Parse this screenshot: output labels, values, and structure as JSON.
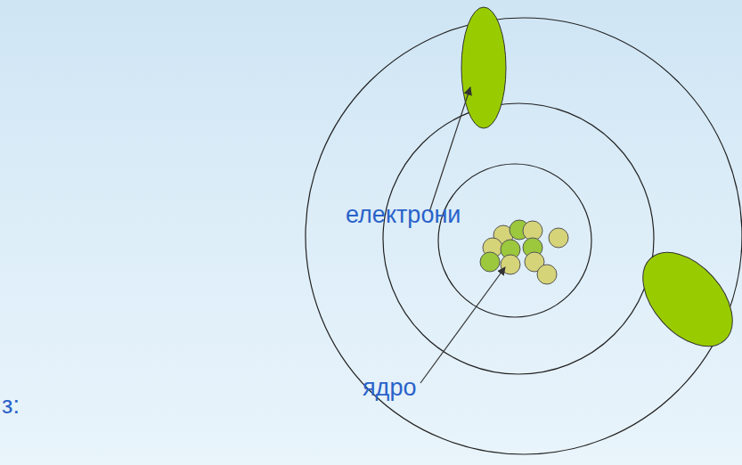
{
  "diagram": {
    "labels": [
      "електрони",
      "ядро",
      "з:"
    ]
  }
}
